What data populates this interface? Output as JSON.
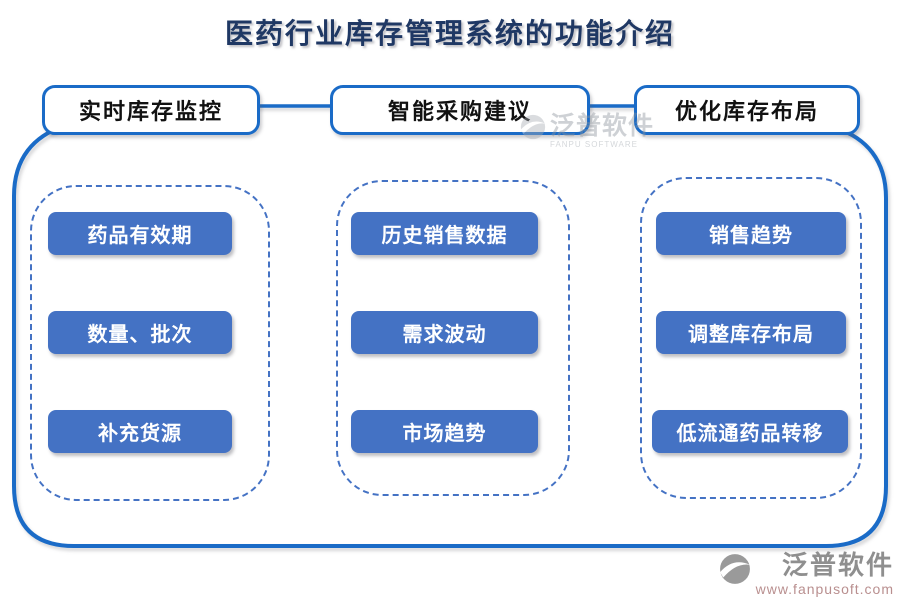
{
  "title": "医药行业库存管理系统的功能介绍",
  "colors": {
    "outline_blue": "#1A6BC7",
    "button_blue": "#4472C4",
    "dashed_blue": "#4472C4",
    "title_navy": "#1F3864",
    "watermark_gray": "#8f8f8f",
    "url_red": "#b98f8f"
  },
  "columns": [
    {
      "header": "实时库存监控",
      "items": [
        "药品有效期",
        "数量、批次",
        "补充货源"
      ]
    },
    {
      "header": "智能采购建议",
      "items": [
        "历史销售数据",
        "需求波动",
        "市场趋势"
      ]
    },
    {
      "header": "优化库存布局",
      "items": [
        "销售趋势",
        "调整库存布局",
        "低流通药品转移"
      ]
    }
  ],
  "watermark_center": {
    "brand": "泛普软件",
    "sub": "FANPU SOFTWARE"
  },
  "footer": {
    "brand": "泛普软件",
    "url": "www.fanpusoft.com"
  }
}
